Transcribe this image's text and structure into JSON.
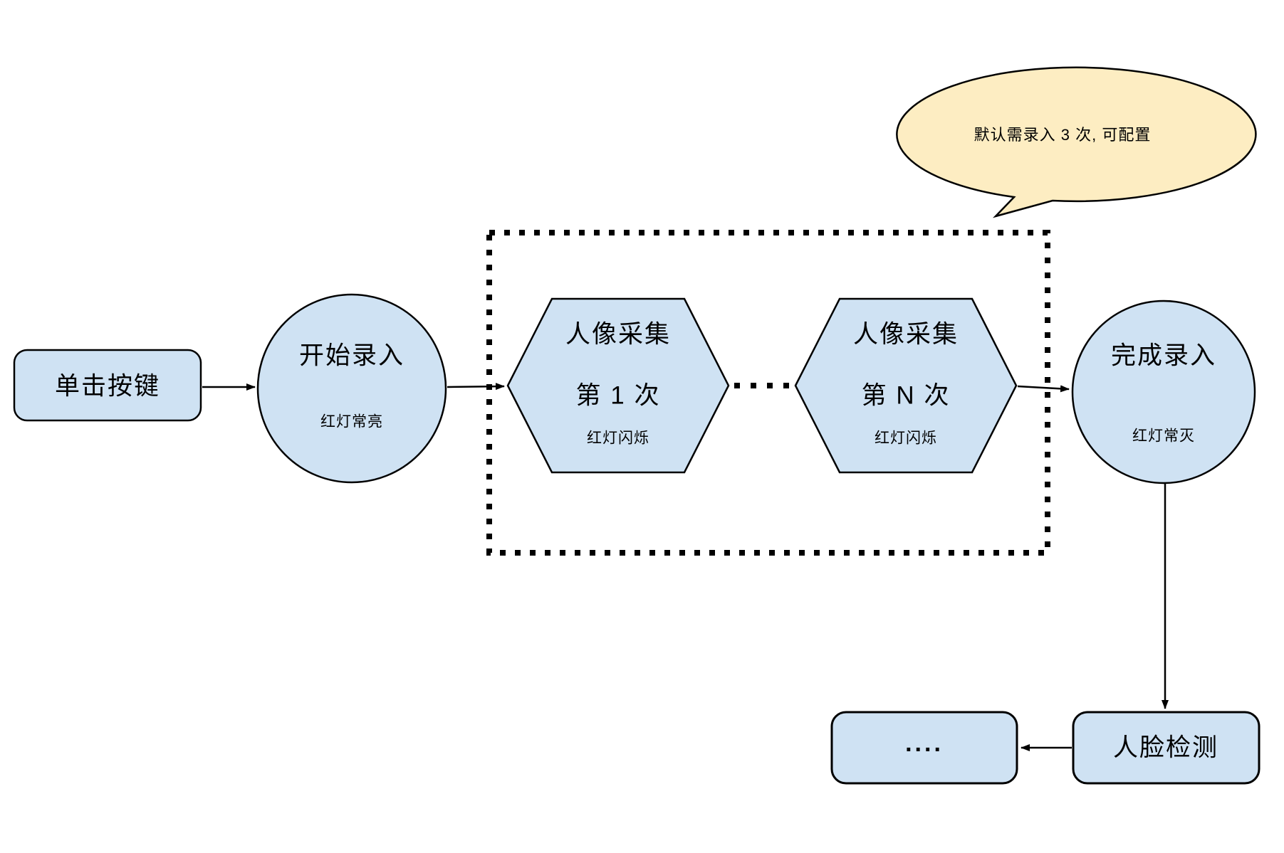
{
  "diagram": {
    "bubble": {
      "text": "默认需录入 3 次, 可配置"
    },
    "nodes": {
      "click": {
        "label": "单击按键"
      },
      "start": {
        "label": "开始录入",
        "sub": "红灯常亮"
      },
      "capture1": {
        "line1": "人像采集",
        "line2": "第 1 次",
        "sub": "红灯闪烁"
      },
      "captureN": {
        "line1": "人像采集",
        "line2": "第 N 次",
        "sub": "红灯闪烁"
      },
      "finish": {
        "label": "完成录入",
        "sub": "红灯常灭"
      },
      "ellipsis": {
        "label": "...."
      },
      "face": {
        "label": "人脸检测"
      }
    },
    "colors": {
      "node_fill": "#cfe2f3",
      "bubble_fill": "#fdedc2",
      "stroke": "#000000"
    }
  }
}
